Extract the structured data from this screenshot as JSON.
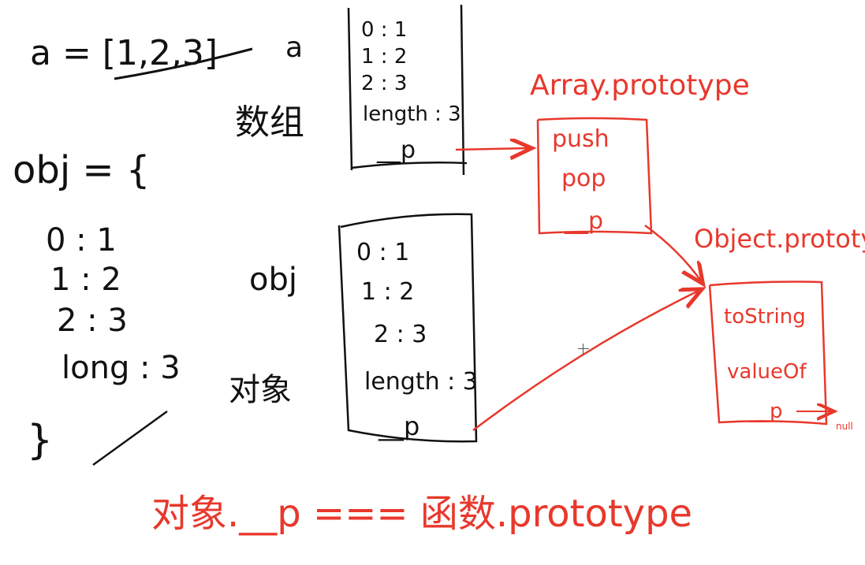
{
  "canvas": {
    "background": "#ffffff",
    "ink_color": "#111111",
    "accent_color": "#e8382c"
  },
  "left": {
    "array_literal": "a = [1,2,3]",
    "obj_open": "obj = {",
    "obj_lines": [
      "0 : 1",
      "1 : 2",
      "2 : 3",
      "long : 3"
    ],
    "obj_close": "}"
  },
  "array_block": {
    "var_label": "a",
    "type_label": "数组",
    "entries": [
      "0 : 1",
      "1 : 2",
      "2 : 3",
      "length : 3"
    ],
    "proto_ptr": "__p"
  },
  "object_block": {
    "var_label": "obj",
    "type_label": "对象",
    "entries": [
      "0 : 1",
      "1 : 2",
      "2 : 3",
      "length : 3"
    ],
    "proto_ptr": "__p"
  },
  "array_prototype": {
    "title": "Array.prototype",
    "methods": [
      "push",
      "pop"
    ],
    "proto_ptr": "__p"
  },
  "object_prototype": {
    "title": "Object.prototype",
    "methods": [
      "toString",
      "valueOf"
    ],
    "proto_ptr": "__p",
    "null_label": "null"
  },
  "footer": {
    "formula": "对象.__p === 函数.prototype"
  }
}
